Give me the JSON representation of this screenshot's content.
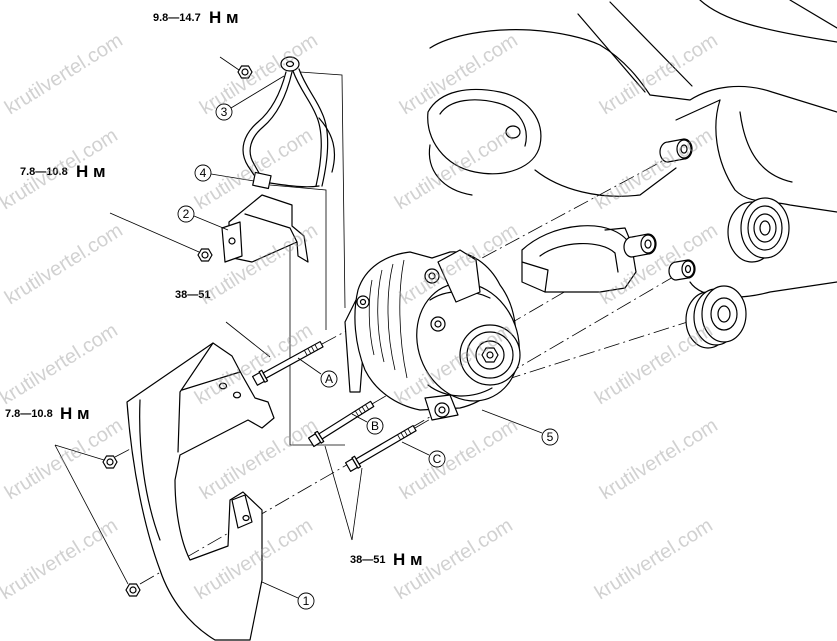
{
  "torque": {
    "top": {
      "value": "9.8—14.7",
      "unit": "Н м"
    },
    "upper_left": {
      "value": "7.8—10.8",
      "unit": "Н м"
    },
    "bolt_a": {
      "value": "38—51"
    },
    "lower_left": {
      "value": "7.8—10.8",
      "unit": "Н м"
    },
    "bolts_bc": {
      "value": "38—51",
      "unit": "Н м"
    }
  },
  "callouts": {
    "n1": "1",
    "n2": "2",
    "n3": "3",
    "n4": "4",
    "n5": "5",
    "a": "A",
    "b": "B",
    "c": "C"
  },
  "watermark": "krutilvertel.com",
  "colors": {
    "line": "#000000",
    "watermark": "#9a9a9a",
    "background": "#ffffff"
  }
}
